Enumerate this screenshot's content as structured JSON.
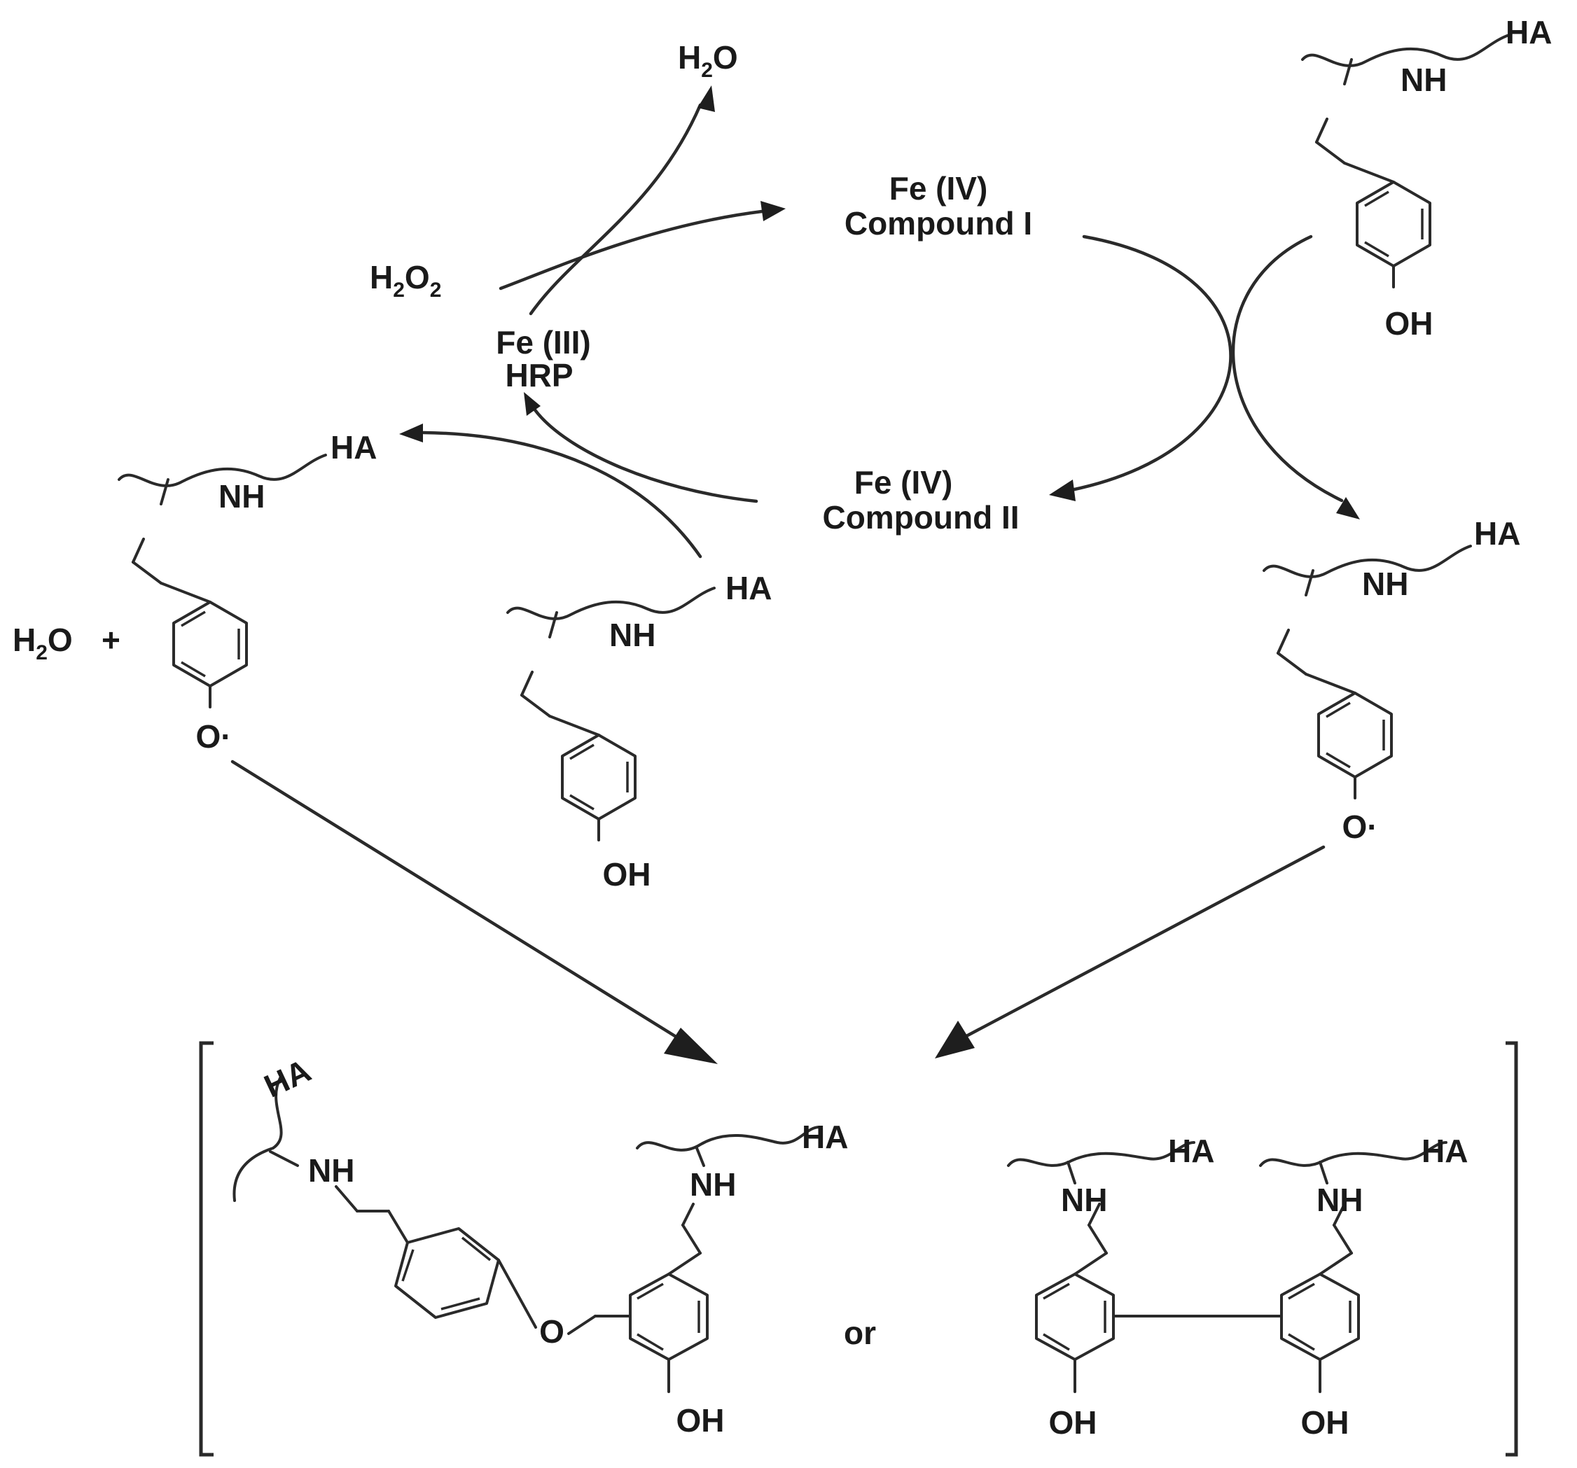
{
  "cycle": {
    "h2o_top": {
      "main": "H",
      "sub": "2",
      "tail": "O"
    },
    "h2o2": {
      "main": "H",
      "sub1": "2",
      "mid": "O",
      "sub2": "2"
    },
    "fe3": {
      "line1": "Fe (III)",
      "line2": "HRP"
    },
    "compound1": {
      "line1": "Fe (IV)",
      "line2": "Compound I"
    },
    "compound2": {
      "line1": "Fe (IV)",
      "line2": "Compound II"
    }
  },
  "atoms": {
    "ha": "HA",
    "nh": "NH",
    "oh": "OH",
    "o_radical": "O·",
    "o_bridge": "O"
  },
  "left_product": {
    "h2o": {
      "main": "H",
      "sub": "2",
      "tail": "O"
    },
    "plus": "+"
  },
  "final": {
    "or": "or"
  }
}
